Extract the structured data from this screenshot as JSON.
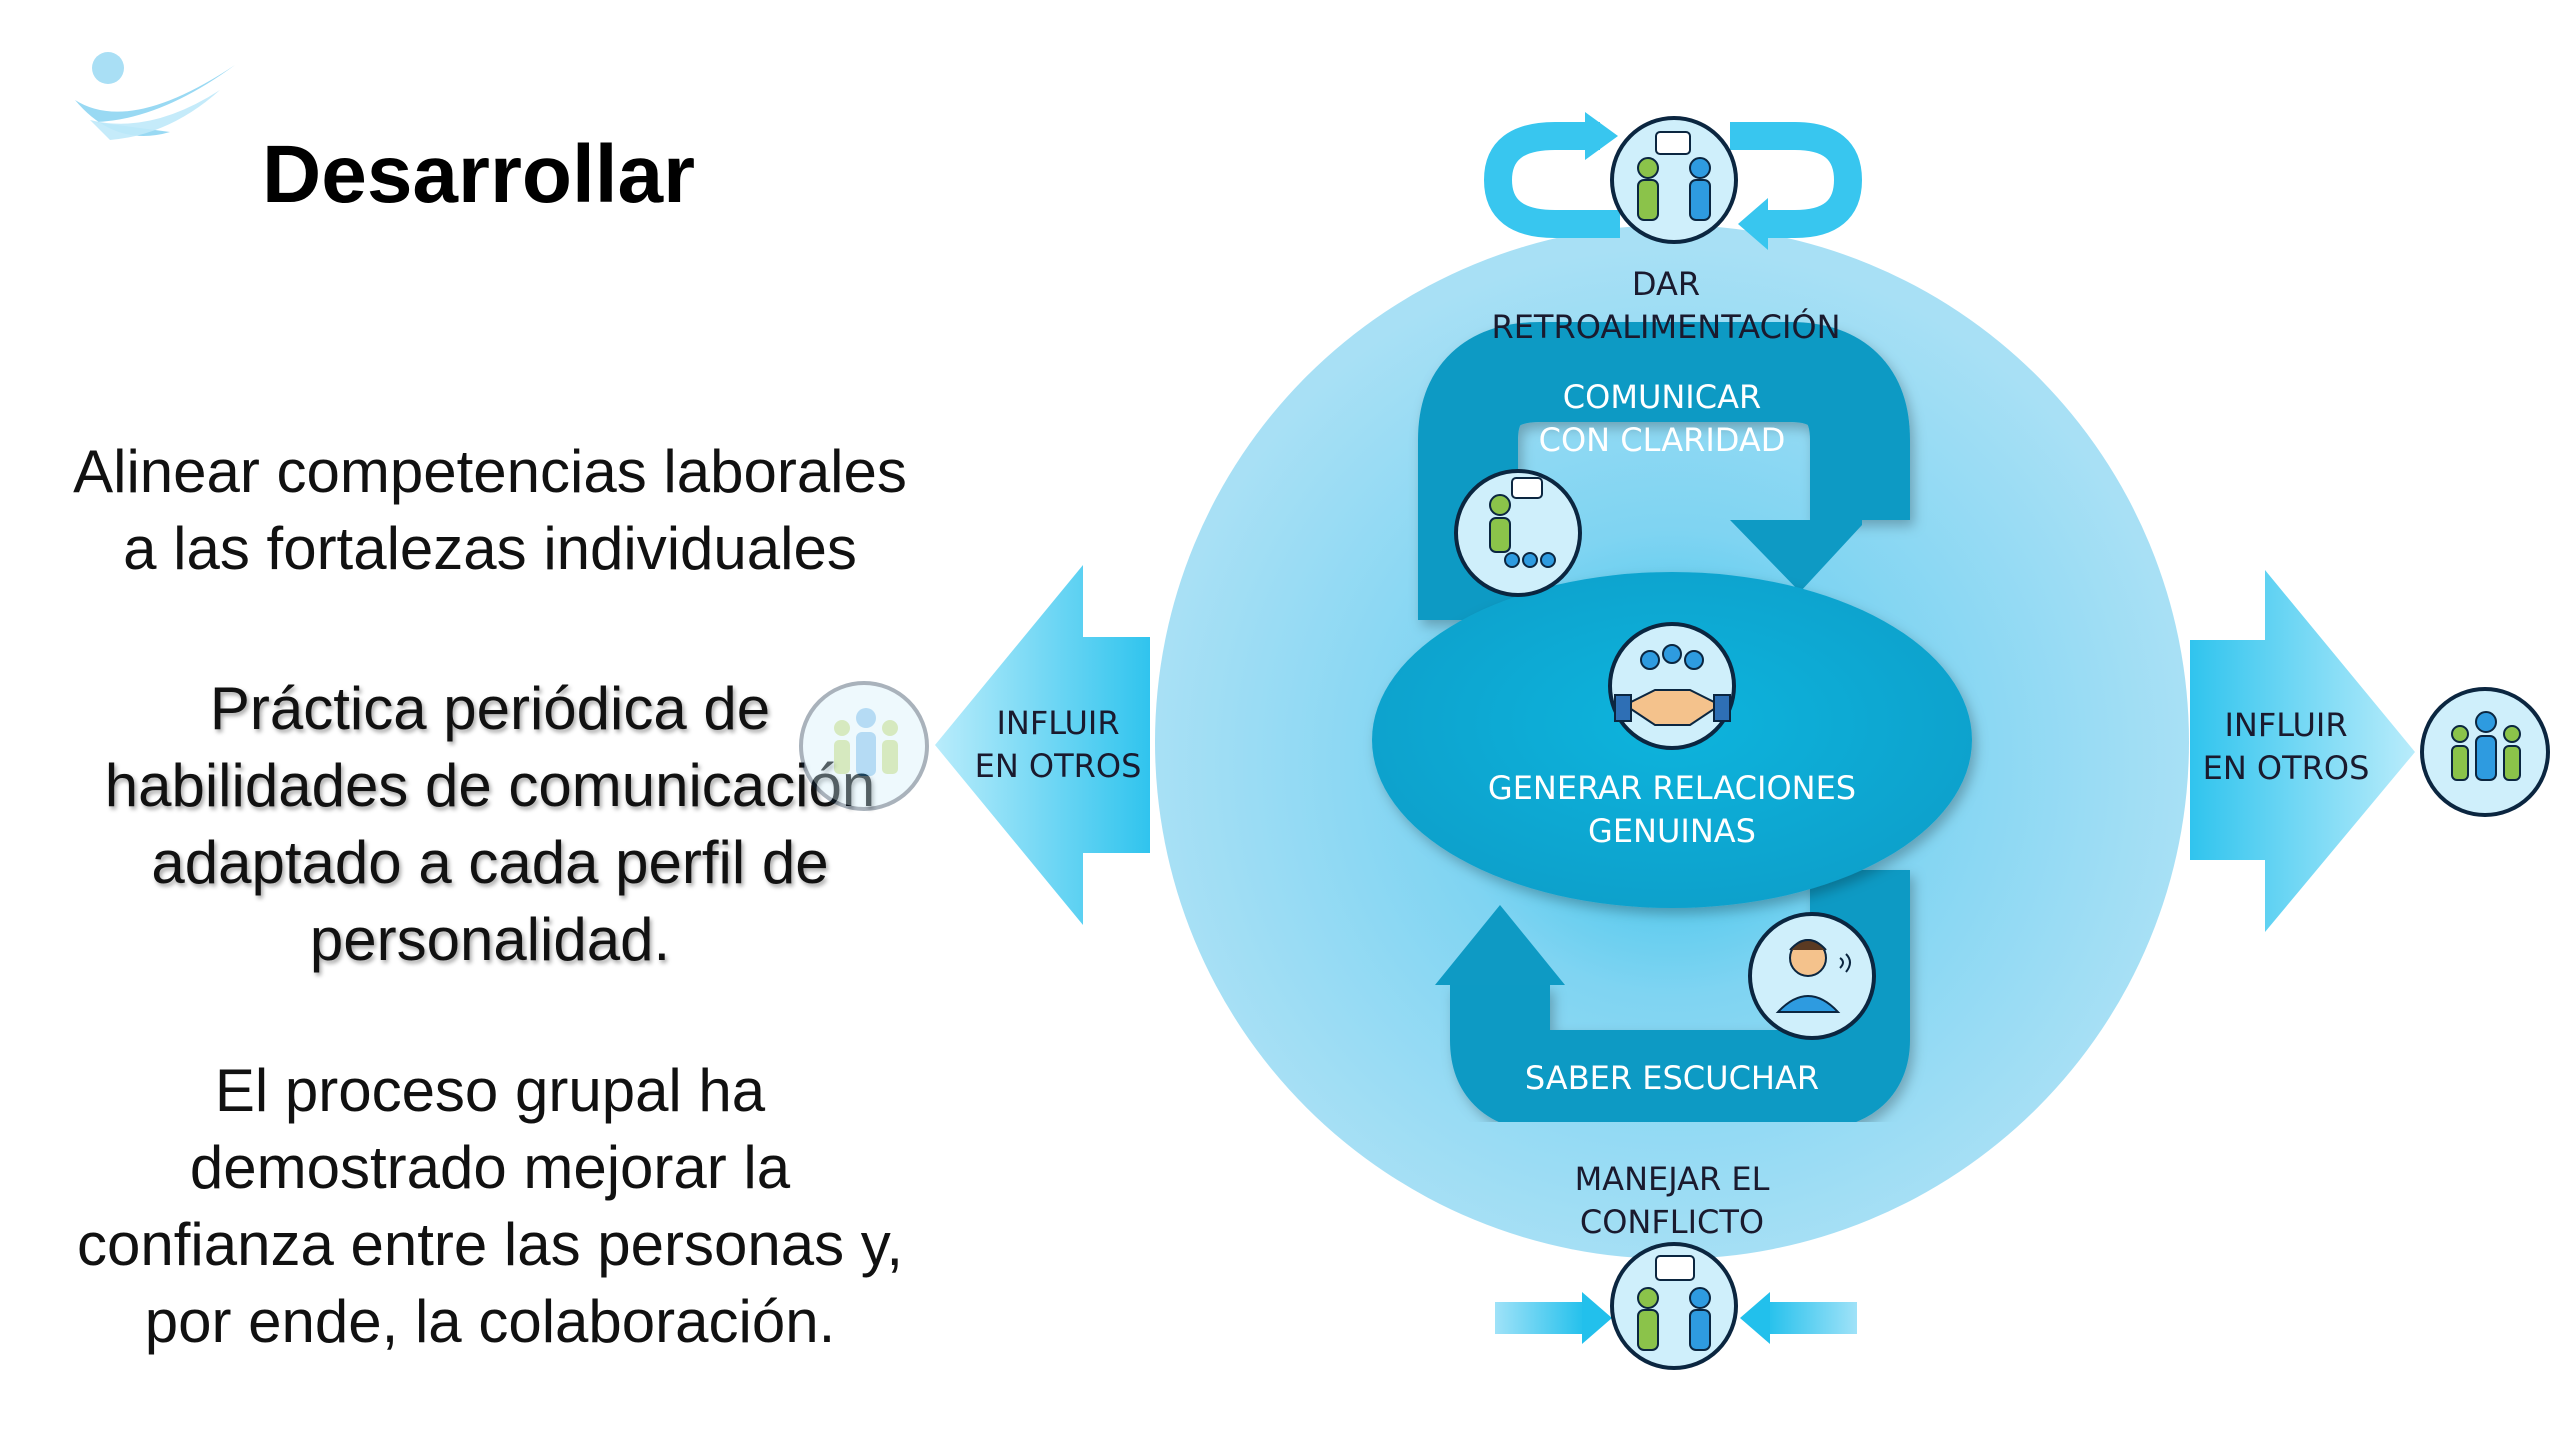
{
  "slide": {
    "title": "Desarrollar",
    "paragraphs": [
      {
        "lines": [
          "Alinear competencias laborales",
          "a las fortalezas individuales"
        ]
      },
      {
        "lines": [
          "Práctica periódica de",
          "habilidades de comunicación",
          "adaptado a cada perfil de",
          "personalidad."
        ]
      },
      {
        "lines": [
          "El proceso grupal ha",
          "demostrado mejorar la",
          "confianza entre las personas y,",
          "por ende, la colaboración."
        ]
      }
    ]
  },
  "diagram": {
    "center": {
      "lines": [
        "GENERAR RELACIONES",
        "GENUINAS"
      ],
      "icon": "handshake-team-icon"
    },
    "top": {
      "lines": [
        "DAR",
        "RETROALIMENTACIÓN"
      ],
      "icon": "feedback-people-icon"
    },
    "upper_loop": {
      "lines": [
        "COMUNICAR",
        "CON CLARIDAD"
      ],
      "icon": "presenter-icon"
    },
    "lower_loop": {
      "lines": [
        "SABER ESCUCHAR"
      ],
      "icon": "listener-icon"
    },
    "bottom": {
      "lines": [
        "MANEJAR EL",
        "CONFLICTO"
      ],
      "icon": "conflict-people-icon"
    },
    "left": {
      "lines": [
        "INFLUIR",
        "EN OTROS"
      ],
      "icon": "influence-group-icon"
    },
    "right": {
      "lines": [
        "INFLUIR",
        "EN OTROS"
      ],
      "icon": "influence-group-icon"
    },
    "colors": {
      "big_circle": "#9fdcf3",
      "loop_arrow": "#0f9cc5",
      "center_ellipse": "#12b8e0",
      "side_arrows": "#35c8ef",
      "icon_border": "#0b2640",
      "label_dark": "#1a1a2e"
    }
  }
}
